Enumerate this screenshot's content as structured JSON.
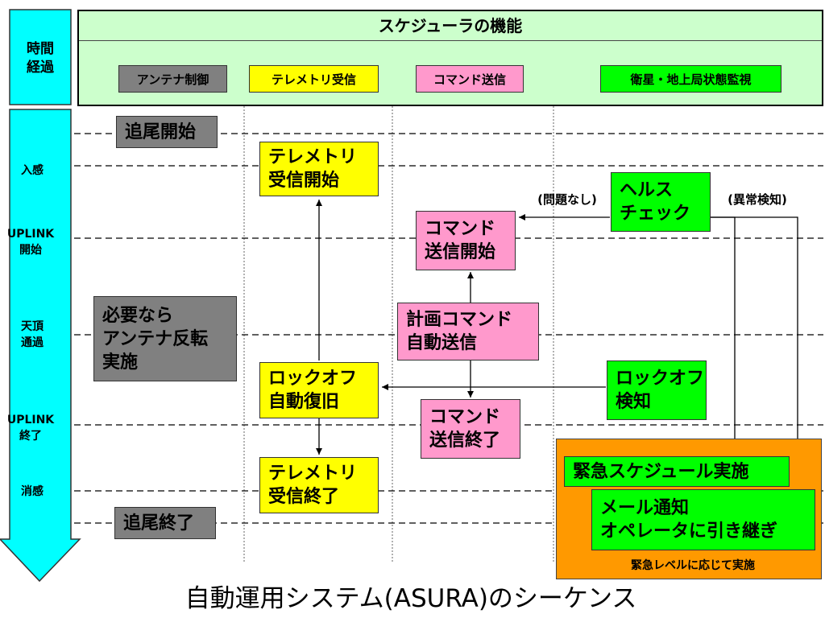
{
  "diagram": {
    "header": {
      "title": "スケジューラの機能",
      "columns": [
        "アンテナ制御",
        "テレメトリ受信",
        "コマンド送信",
        "衛星・地上局状態監視"
      ]
    },
    "time_axis": {
      "title": "時間\n経過",
      "events": [
        "入感",
        "UPLINK\n開始",
        "天頂\n通過",
        "UPLINK\n終了",
        "消感"
      ]
    },
    "boxes": {
      "tracking_start": "追尾開始",
      "tracking_end": "追尾終了",
      "antenna_reverse": "必要なら\nアンテナ反転\n実施",
      "telemetry_start": "テレメトリ\n受信開始",
      "lockoff_recovery": "ロックオフ\n自動復旧",
      "telemetry_end": "テレメトリ\n受信終了",
      "command_start": "コマンド\n送信開始",
      "planned_command": "計画コマンド\n自動送信",
      "command_end": "コマンド\n送信終了",
      "health_check": "ヘルス\nチェック",
      "lockoff_detect": "ロックオフ\n検知",
      "emergency_schedule": "緊急スケジュール実施",
      "mail_notify": "メール通知\nオペレータに引き継ぎ",
      "emergency_caption": "緊急レベルに応じて実施"
    },
    "annotations": {
      "no_problem": "(問題なし)",
      "anomaly": "(異常検知)"
    },
    "caption": "自動運用システム(ASURA)のシーケンス",
    "colors": {
      "cyan": "#00ffff",
      "header_bg": "#ccffcc",
      "gray": "#808080",
      "yellow": "#ffff00",
      "pink": "#ff99cc",
      "green": "#00ff00",
      "orange": "#ff9900"
    }
  }
}
